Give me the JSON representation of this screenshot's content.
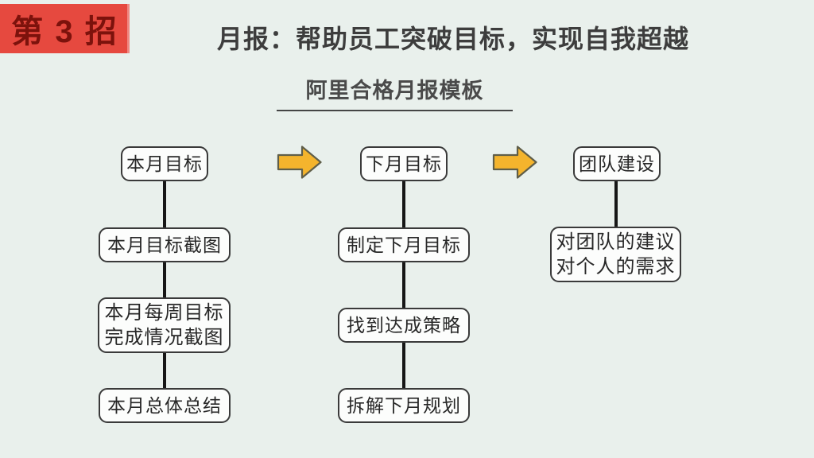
{
  "badge": {
    "label": "第 3 招",
    "bg_color": "#e6493f",
    "text_color": "#7c120c"
  },
  "header": {
    "title": "月报：帮助员工突破目标，实现自我超越"
  },
  "subtitle": {
    "label": "阿里合格月报模板"
  },
  "flowchart": {
    "arrow_fill_color": "#f4b42d",
    "arrow_stroke_color": "#5f5e49",
    "box_border_color": "#3a3a3a",
    "connector_color": "#161616",
    "background_color": "#e9f0ec",
    "columns": [
      {
        "boxes": [
          {
            "lines": [
              "本月目标"
            ]
          },
          {
            "lines": [
              "本月目标截图"
            ]
          },
          {
            "lines": [
              "本月每周目标",
              "完成情况截图"
            ]
          },
          {
            "lines": [
              "本月总体总结"
            ]
          }
        ]
      },
      {
        "boxes": [
          {
            "lines": [
              "下月目标"
            ]
          },
          {
            "lines": [
              "制定下月目标"
            ]
          },
          {
            "lines": [
              "找到达成策略"
            ]
          },
          {
            "lines": [
              "拆解下月规划"
            ]
          }
        ]
      },
      {
        "boxes": [
          {
            "lines": [
              "团队建设"
            ]
          },
          {
            "lines": [
              "对团队的建议",
              "对个人的需求"
            ]
          }
        ]
      }
    ]
  }
}
